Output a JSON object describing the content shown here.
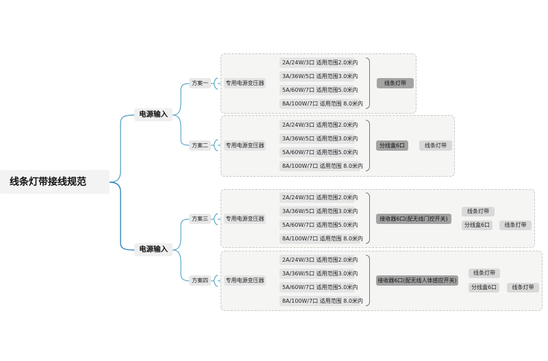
{
  "title": "线条灯带接线规范",
  "branches": [
    {
      "label": "电源输入",
      "plans": [
        {
          "name": "方案一",
          "transformer": "专用电源变压器",
          "result": [
            "线条灯带"
          ]
        },
        {
          "name": "方案二",
          "transformer": "专用电源变压器",
          "result": [
            "分线盒6口",
            "线条灯带"
          ]
        }
      ]
    },
    {
      "label": "电源输入",
      "plans": [
        {
          "name": "方案三",
          "transformer": "专用电源变压器",
          "result": [
            "接收器6口(配无线门控开关)",
            "线条灯带",
            "分线盒6口",
            "线条灯带"
          ]
        },
        {
          "name": "方案四",
          "transformer": "专用电源变压器",
          "result": [
            "接收器6口(配无线人体感应开关)",
            "线条灯带",
            "分线盒6口",
            "线条灯带"
          ]
        }
      ]
    }
  ],
  "power_options": [
    "2A/24W/3口  适用范围2.0米内",
    "3A/36W/5口  适用范围3.0米内",
    "5A/60W/7口  适用范围5.0米内",
    "8A/100W/7口  适用范围 8.0米内"
  ],
  "colors": {
    "line": "#5aa7c4",
    "line_dark": "#2f84b8",
    "dashed": "#c8c8c8"
  }
}
